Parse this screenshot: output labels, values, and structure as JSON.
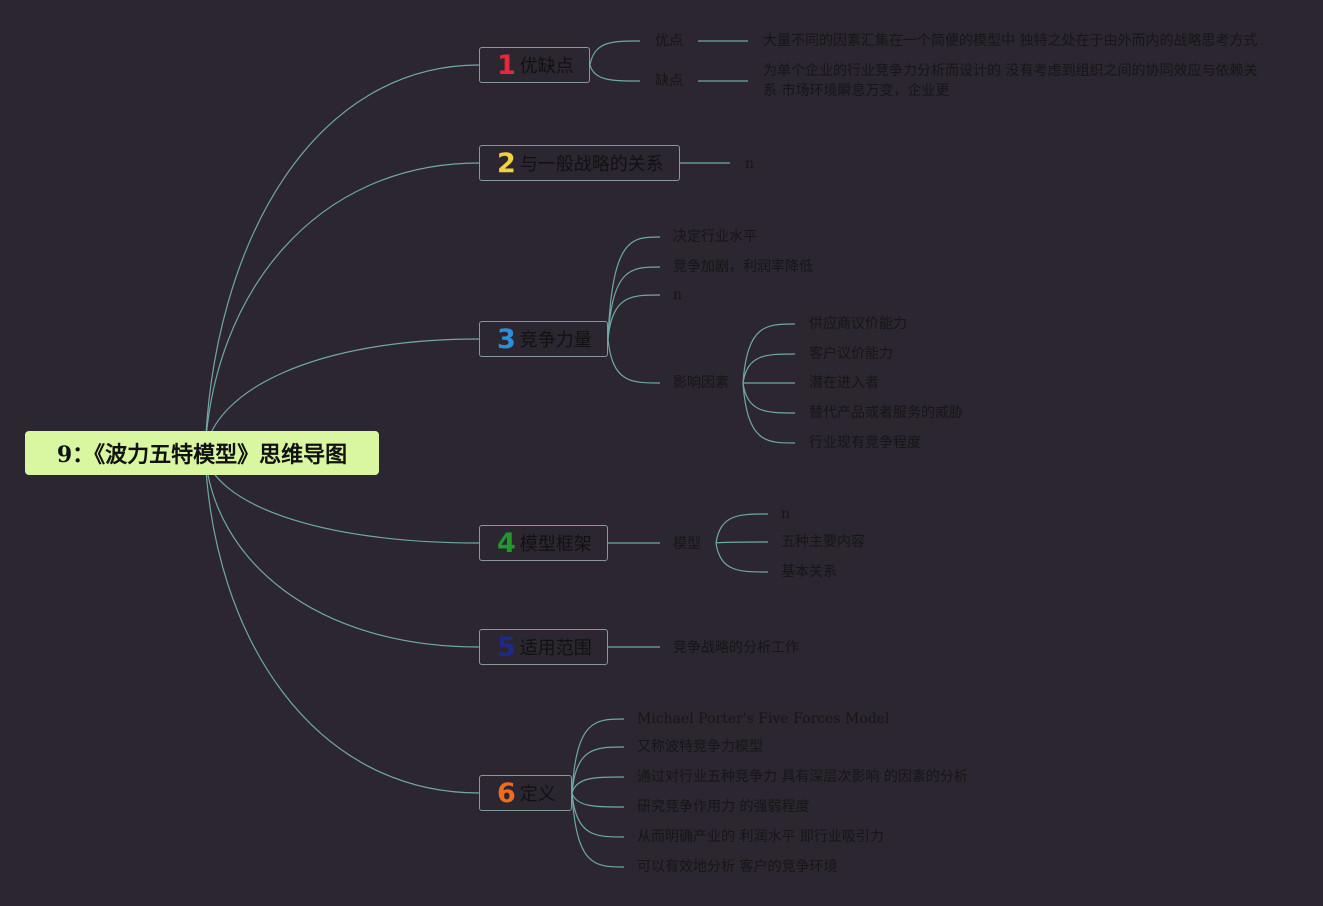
{
  "title": "9：《波力五特模型》思维导图",
  "colors": {
    "background": "#2b2630",
    "root_fill": "#d8f7a0",
    "line": "#6fa9a4",
    "branch_border": "#8a969e"
  },
  "branches": [
    {
      "num": "1",
      "color": "#e8273a",
      "label": "优缺点",
      "children": [
        {
          "label": "优点",
          "children": [
            {
              "label": "大量不同的因素汇集在一个简便的模型中 独特之处在于由外而内的战略思考方式"
            }
          ]
        },
        {
          "label": "缺点",
          "children": [
            {
              "label": "为单个企业的行业竞争力分析而设计的 没有考虑到组织之间的协同效应与依赖关系 市场环境瞬息万变，企业更"
            }
          ]
        }
      ]
    },
    {
      "num": "2",
      "color": "#f4cf3f",
      "label": "与一般战略的关系",
      "children": [
        {
          "label": "n"
        }
      ]
    },
    {
      "num": "3",
      "color": "#2b8fdd",
      "label": "竞争力量",
      "children": [
        {
          "label": "决定行业水平"
        },
        {
          "label": "竞争加剧，利润率降低"
        },
        {
          "label": "n"
        },
        {
          "label": "影响因素",
          "children": [
            {
              "label": "供应商议价能力"
            },
            {
              "label": "客户议价能力"
            },
            {
              "label": "潜在进入者"
            },
            {
              "label": "替代产品或者服务的威胁"
            },
            {
              "label": "行业现有竞争程度"
            }
          ]
        }
      ]
    },
    {
      "num": "4",
      "color": "#1f9a2a",
      "label": "模型框架",
      "children": [
        {
          "label": "模型",
          "children": [
            {
              "label": "n"
            },
            {
              "label": "五种主要内容"
            },
            {
              "label": "基本关系"
            }
          ]
        }
      ]
    },
    {
      "num": "5",
      "color": "#1e2a8a",
      "label": "适用范围",
      "children": [
        {
          "label": "竞争战略的分析工作"
        }
      ]
    },
    {
      "num": "6",
      "color": "#f26a1b",
      "label": "定义",
      "children": [
        {
          "label": "Michael Porter's Five Forces Model"
        },
        {
          "label": "又称波特竞争力模型"
        },
        {
          "label": "通过对行业五种竞争力 具有深层次影响 的因素的分析"
        },
        {
          "label": "研究竞争作用力 的强弱程度"
        },
        {
          "label": "从而明确产业的 利润水平 即行业吸引力"
        },
        {
          "label": "可以有效地分析 客户的竞争环境"
        }
      ]
    }
  ]
}
